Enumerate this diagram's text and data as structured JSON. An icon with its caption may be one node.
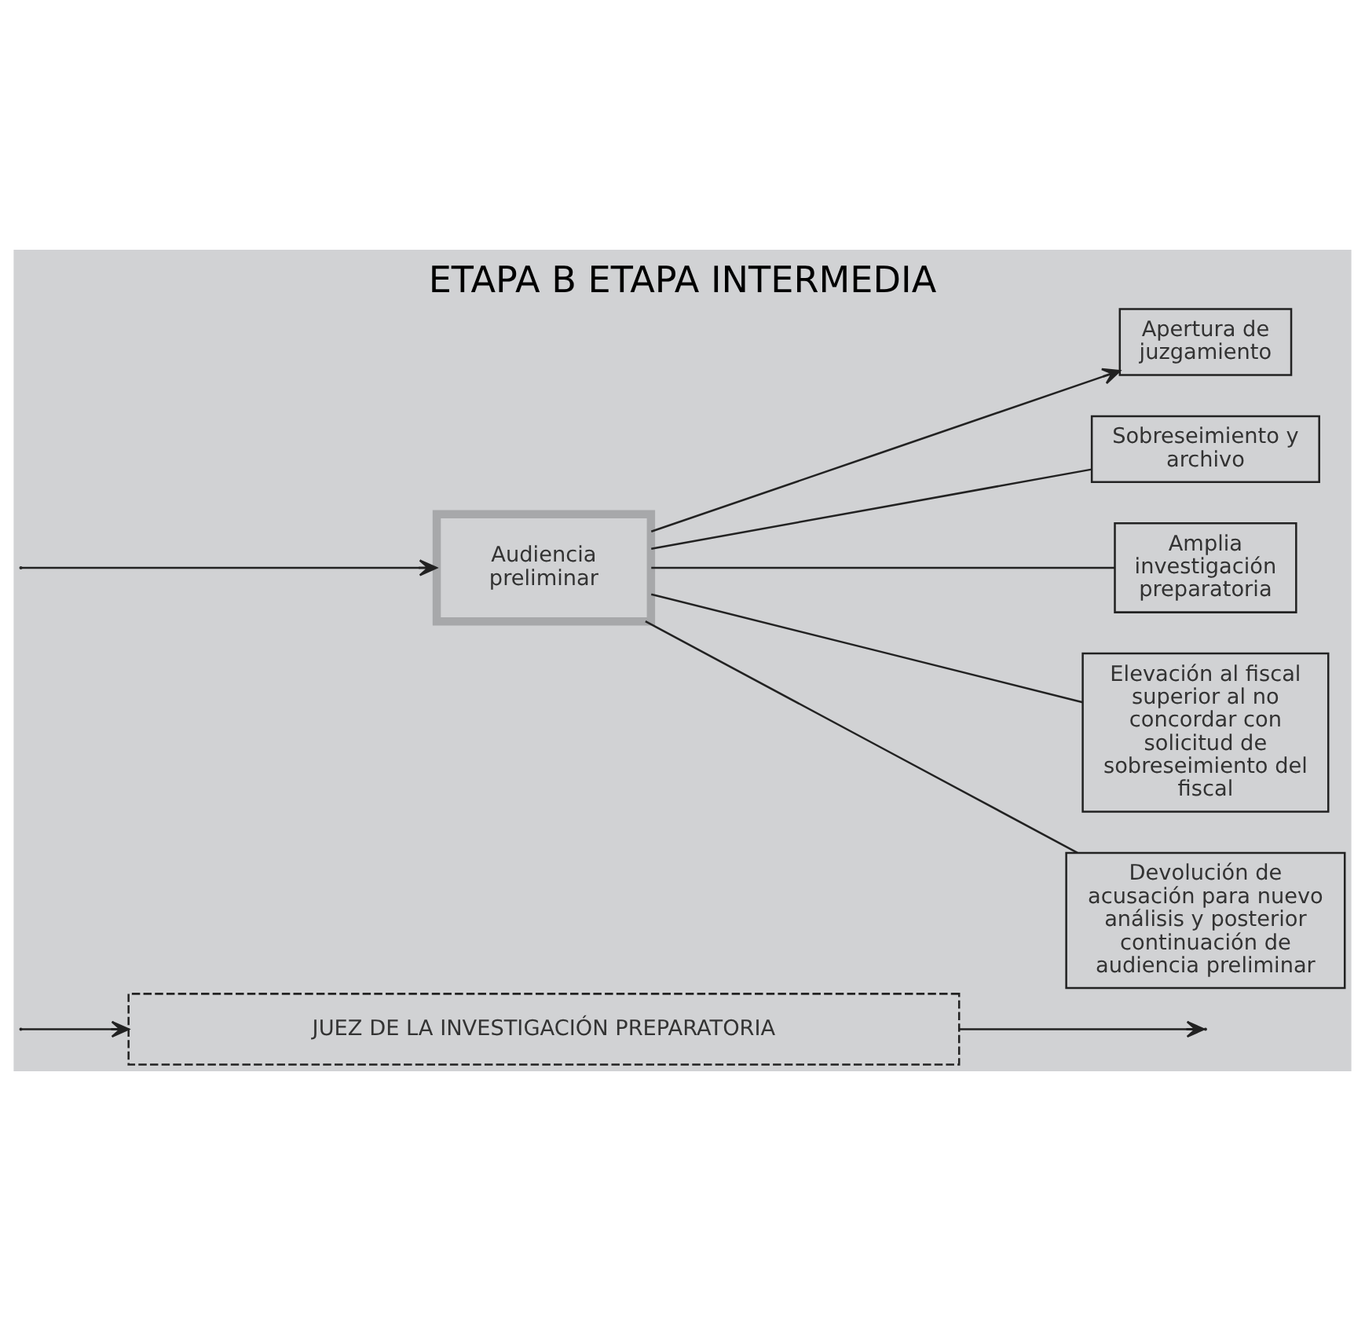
{
  "diagram": {
    "title": "ETAPA B ETAPA INTERMEDIA",
    "nodes": [
      {
        "text": [
          "JUEZ DE LA INVESTIGACIÓN PREPARATORIA"
        ]
      },
      {
        "text": [
          "Audiencia preliminar"
        ]
      },
      {
        "text": [
          "Apertura de juzgamiento"
        ]
      },
      {
        "text": [
          "Sobreseimiento y archivo"
        ]
      },
      {
        "text": [
          "Amplia investigación preparatoria"
        ]
      },
      {
        "text": [
          "Elevación al fiscal superior al no concordar con solicitud de sobreseimiento del fiscal"
        ]
      },
      {
        "text": [
          "Devolución de acusación para nuevo análisis y posterior continuación de audiencia preliminar"
        ]
      }
    ],
    "edges": [
      {
        "from": 0,
        "to": null,
        "arrow": "to"
      },
      {
        "from": null,
        "to": 0,
        "arrow": "to"
      },
      {
        "from": null,
        "to": 1,
        "arrow": "to"
      },
      {
        "from": 1,
        "to": 2,
        "arrow": "to"
      },
      {
        "from": 1,
        "to": 3,
        "arrow": "none"
      },
      {
        "from": 1,
        "to": 4,
        "arrow": "none"
      },
      {
        "from": 1,
        "to": 5,
        "arrow": "none"
      },
      {
        "from": 1,
        "to": 6,
        "arrow": "none"
      }
    ]
  }
}
